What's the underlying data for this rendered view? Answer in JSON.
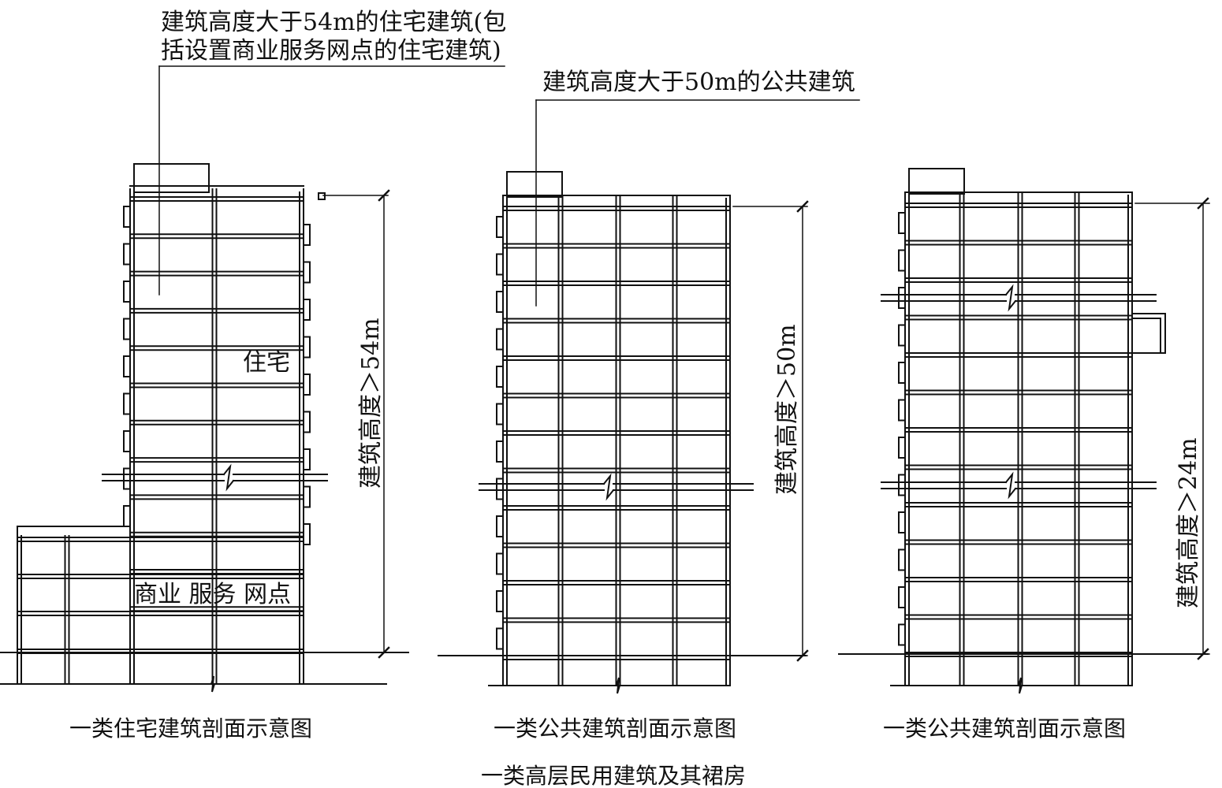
{
  "diagram": {
    "callout_residential_line1": "建筑高度大于54m的住宅建筑(包",
    "callout_residential_line2": "括设置商业服务网点的住宅建筑)",
    "callout_public": "建筑高度大于50m的公共建筑",
    "label_residence": "住宅",
    "label_commercial": "商业  服务  网点",
    "dim_residential": "建筑高度＞54m",
    "dim_public": "建筑高度＞50m",
    "dim_public_2": "建筑高度＞24m",
    "caption_1": "一类住宅建筑剖面示意图",
    "caption_2": "一类公共建筑剖面示意图",
    "caption_3": "一类公共建筑剖面示意图",
    "main_title": "一类高层民用建筑及其裙房"
  },
  "colors": {
    "line": "#111111",
    "background": "#ffffff"
  }
}
